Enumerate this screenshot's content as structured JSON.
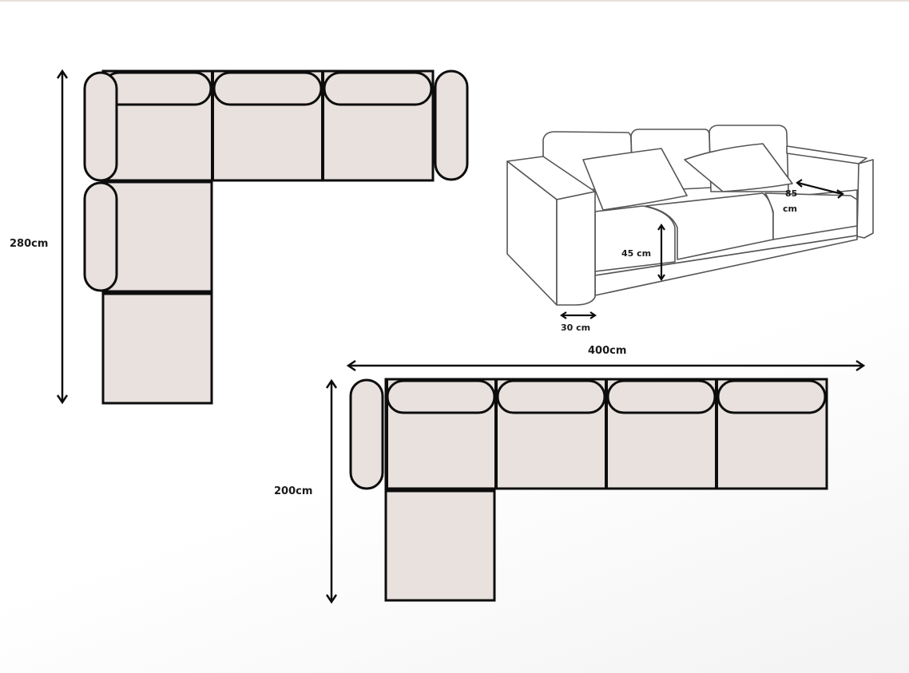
{
  "colors": {
    "cushion_fill": "#e8e1de",
    "outline": "#0d0d0d",
    "background": "#ffffff"
  },
  "diagram": {
    "plan_l_corner": {
      "height_label": "280cm",
      "description": "L-shaped corner sofa, top view: 3 seat modules along top, 2 modules down left side, 2 armrests"
    },
    "perspective_sofa": {
      "seat_depth_label": "85",
      "seat_depth_unit": "cm",
      "seat_height_label": "45 cm",
      "armrest_width_label": "30 cm",
      "description": "3-seat sofa perspective sketch with 2 throw pillows"
    },
    "plan_chaise": {
      "width_label": "400cm",
      "depth_label": "200cm",
      "description": "Sofa with chaise, top view: 4 seat modules, 1 left armrest, chaise module below left seat"
    }
  }
}
